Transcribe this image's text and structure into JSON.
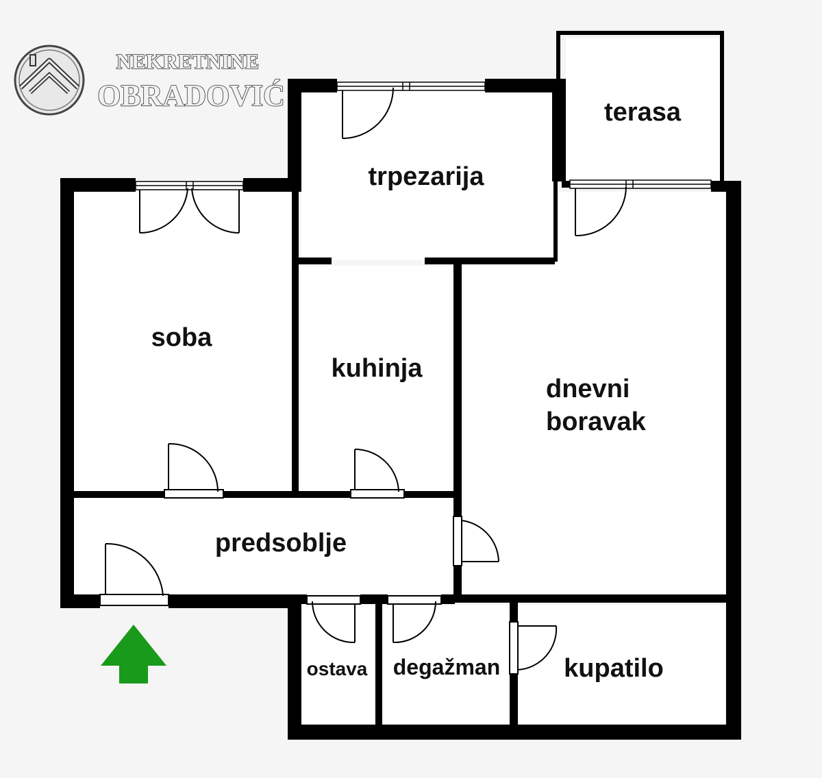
{
  "brand": {
    "line1": "NEKRETNINE",
    "line2": "OBRADOVIĆ",
    "icon": "house-roof-icon"
  },
  "rooms": {
    "terasa": "terasa",
    "trpezarija": "trpezarija",
    "soba": "soba",
    "kuhinja": "kuhinja",
    "dnevni_boravak_line1": "dnevni",
    "dnevni_boravak_line2": "boravak",
    "predsoblje": "predsoblje",
    "ostava": "ostava",
    "degazman": "degažman",
    "kupatilo": "kupatilo"
  },
  "entrance_arrow": {
    "icon": "entrance-arrow-icon",
    "color": "#1a9a1a"
  },
  "colors": {
    "wall": "#000000",
    "background": "#f5f5f5",
    "floor": "#ffffff"
  }
}
